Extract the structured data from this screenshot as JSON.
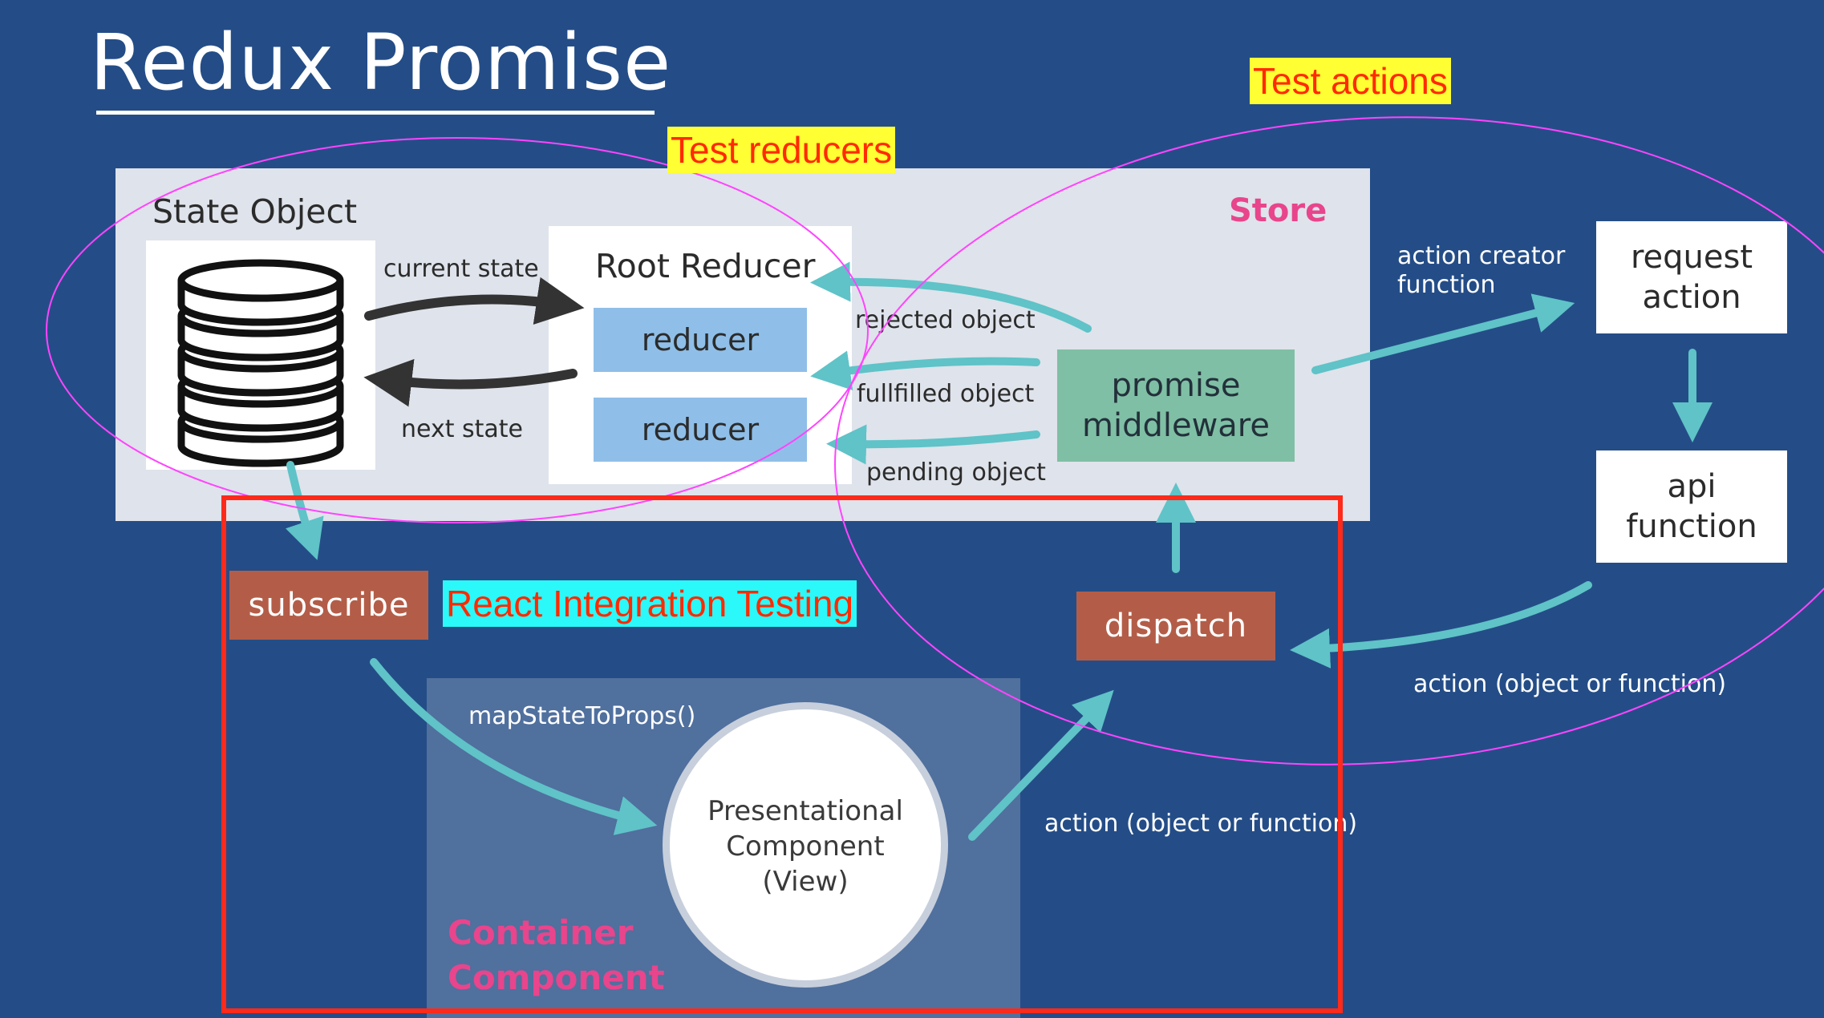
{
  "title": "Redux Promise",
  "store": {
    "label": "Store",
    "state_object_label": "State Object",
    "root_reducer_label": "Root Reducer",
    "reducers": [
      "reducer",
      "reducer"
    ],
    "current_state_label": "current state",
    "next_state_label": "next state",
    "rejected_label": "rejected object",
    "fulfilled_label": "fullfilled object",
    "pending_label": "pending object",
    "promise_line1": "promise",
    "promise_line2": "middleware"
  },
  "side": {
    "creator_line1": "action creator",
    "creator_line2": "function",
    "request_line1": "request",
    "request_line2": "action",
    "api_line1": "api",
    "api_line2": "function",
    "action_label_right": "action (object or function)"
  },
  "flow": {
    "subscribe": "subscribe",
    "dispatch": "dispatch",
    "map_state": "mapStateToProps()",
    "pres_line1": "Presentational",
    "pres_line2": "Component",
    "pres_line3": "(View)",
    "container_line1": "Container",
    "container_line2": "Component",
    "action_label_bottom": "action (object or function)"
  },
  "annotations": {
    "test_actions": "Test actions",
    "test_reducers": "Test reducers",
    "react_integration": "React Integration Testing"
  },
  "colors": {
    "background": "#244d87",
    "panel": "#dfe3eb",
    "arrow_teal": "#5fc3c8",
    "arrow_dark": "#333333",
    "store_pink": "#e8458c",
    "ellipse": "#ff44ff",
    "red_rect": "#ff2a1a"
  }
}
